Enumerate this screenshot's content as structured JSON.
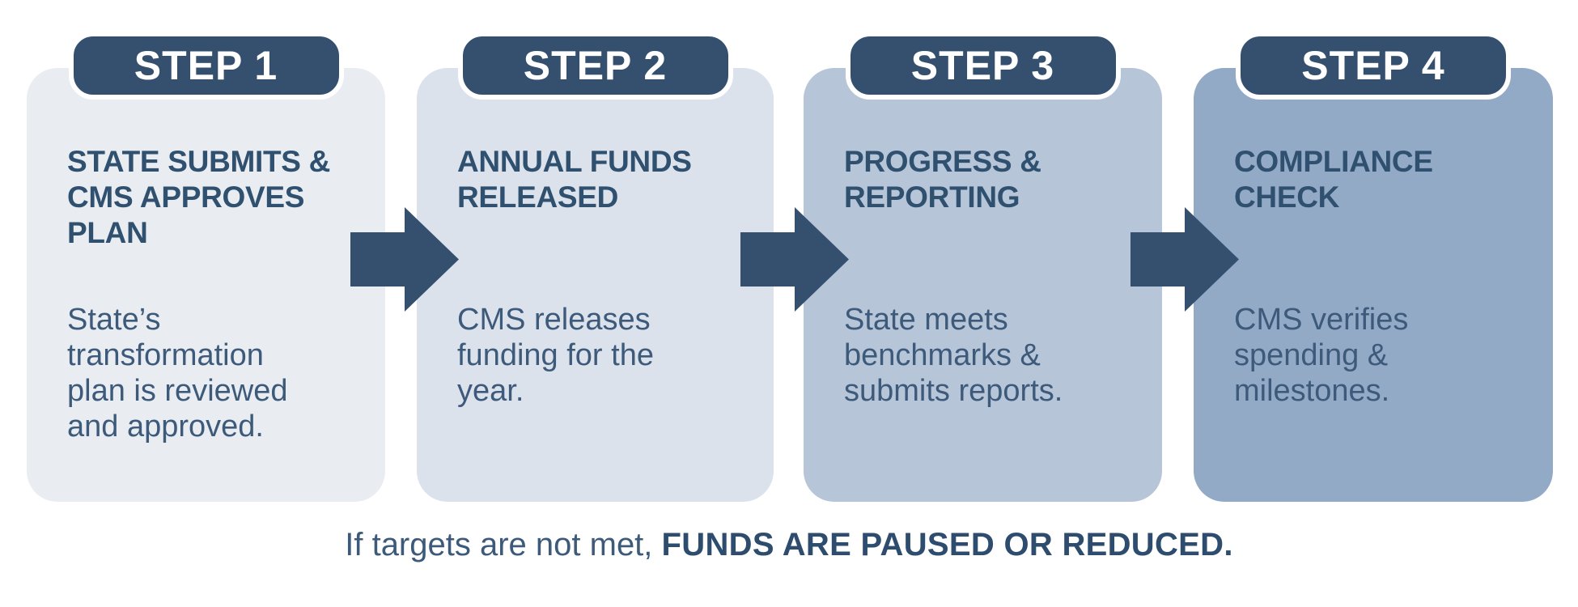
{
  "steps": [
    {
      "badge": "STEP 1",
      "title": "STATE SUBMITS &\nCMS APPROVES\nPLAN",
      "description": "State’s\ntransformation\nplan is reviewed\nand approved.",
      "card_color": "#e9edf2"
    },
    {
      "badge": "STEP 2",
      "title": "ANNUAL FUNDS\nRELEASED",
      "description": "CMS releases\nfunding for the\nyear.",
      "card_color": "#dbe2ec"
    },
    {
      "badge": "STEP 3",
      "title": "PROGRESS &\nREPORTING",
      "description": "State meets\nbenchmarks &\nsubmits reports.",
      "card_color": "#b6c5d8"
    },
    {
      "badge": "STEP 4",
      "title": "COMPLIANCE\nCHECK",
      "description": "CMS verifies\nspending &\nmilestones.",
      "card_color": "#93aac7"
    }
  ],
  "footer": {
    "regular": "If targets are not met, ",
    "bold": "FUNDS ARE PAUSED OR REDUCED."
  },
  "colors": {
    "background": "#ffffff",
    "navy": "#35506f",
    "badge_text": "#ffffff",
    "heading_text": "#30506f",
    "body_text": "#3d5a7a",
    "card_step1": "#e9edf2",
    "card_step2": "#dbe2ec",
    "card_step3": "#b6c5d8",
    "card_step4": "#93aac7"
  }
}
